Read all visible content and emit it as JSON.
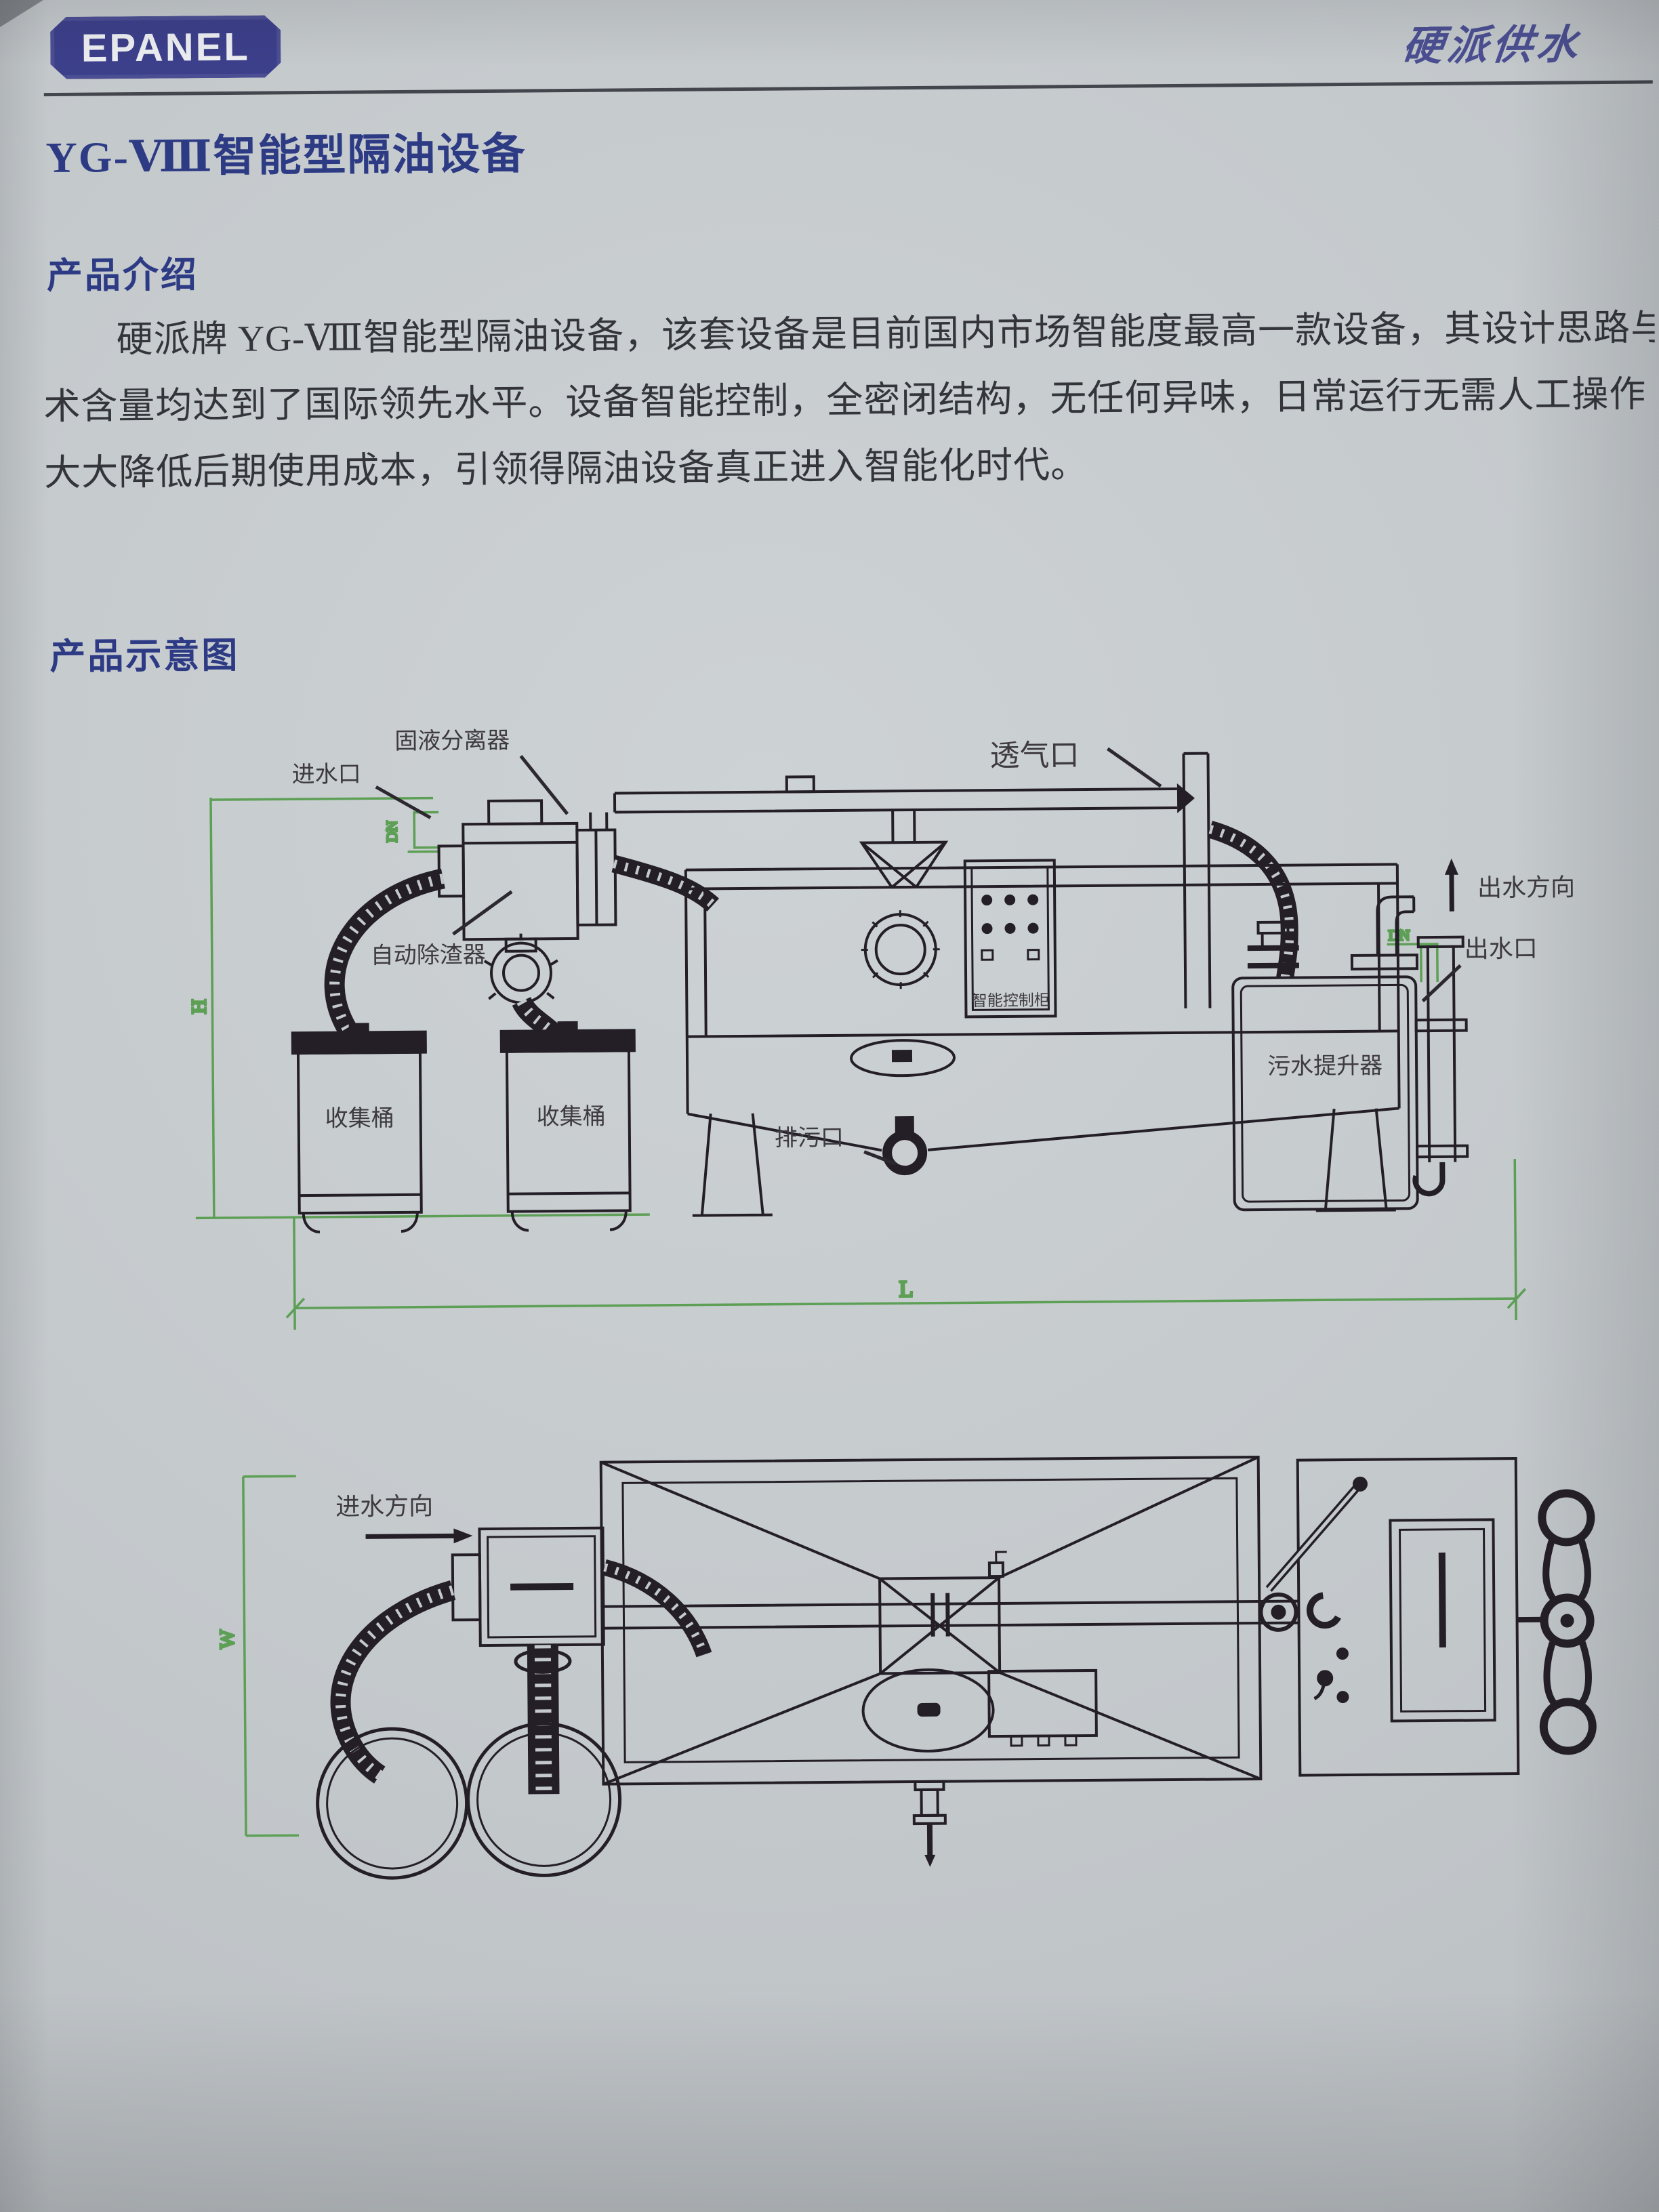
{
  "header": {
    "logo_text": "EPANEL",
    "brand_name": "硬派供水"
  },
  "title": "YG-Ⅷ智能型隔油设备",
  "intro": {
    "heading": "产品介绍",
    "lines": [
      "硬派牌 YG-Ⅷ智能型隔油设备，该套设备是目前国内市场智能度最高一款设备，其设计思路与",
      "术含量均达到了国际领先水平。设备智能控制，全密闭结构，无任何异味，日常运行无需人工操作",
      "大大降低后期使用成本，引领得隔油设备真正进入智能化时代。"
    ]
  },
  "diagram": {
    "heading": "产品示意图",
    "side_view": {
      "solid_liquid_separator": "固液分离器",
      "water_inlet": "进水口",
      "vent_port": "透气口",
      "auto_deslagger": "自动除渣器",
      "collection_bucket_left": "收集桶",
      "collection_bucket_right": "收集桶",
      "drain_outlet": "排污口",
      "smart_control_cabinet": "智能控制柜",
      "sewage_lifter": "污水提升器",
      "outlet_direction": "出水方向",
      "water_outlet": "出水口",
      "dim_height": "H",
      "dim_length": "L",
      "dn_inlet": "DN",
      "dn_outlet": "DN"
    },
    "plan_view": {
      "inlet_direction": "进水方向",
      "dim_width": "W"
    }
  },
  "colors": {
    "paper": "#c4c9cc",
    "heading_navy": "#2d3a84",
    "brand_navy": "#4b4f92",
    "badge_navy": "#3c3f8a",
    "line_dark": "#241f27",
    "dimension_green": "#5c9f55",
    "body_text": "#33353b"
  }
}
